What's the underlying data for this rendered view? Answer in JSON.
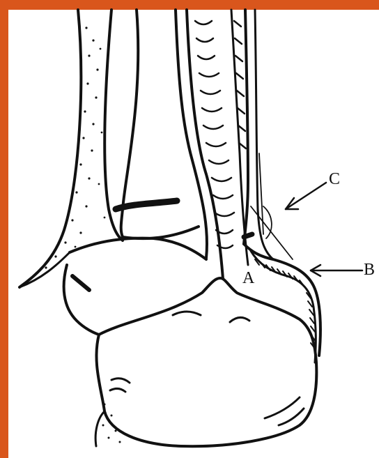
{
  "figure": {
    "labels": {
      "a": "A",
      "b": "B",
      "c": "C"
    },
    "colors": {
      "border": "#d9561c",
      "paper": "#ffffff",
      "ink": "#111111"
    }
  }
}
